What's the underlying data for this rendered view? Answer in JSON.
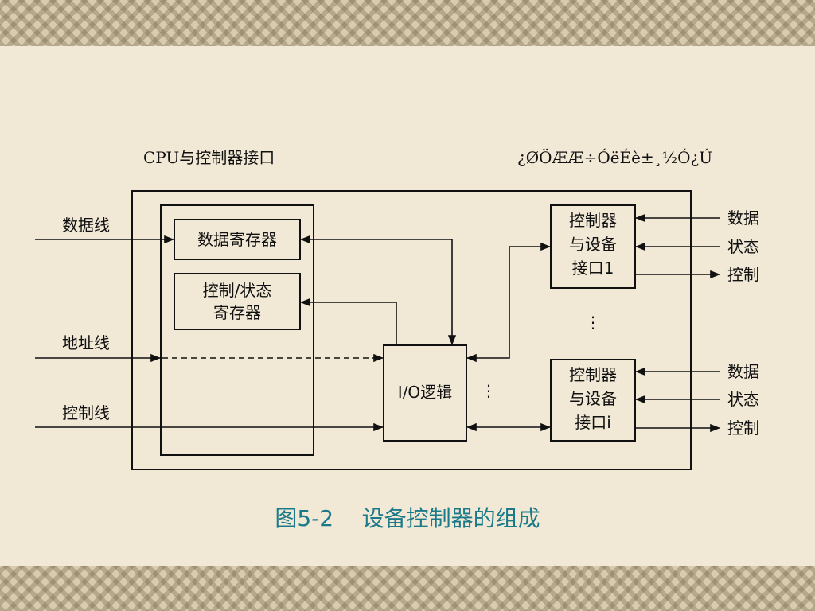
{
  "slide": {
    "colors": {
      "background": "#f1e9d6",
      "border": "#d8ccb0",
      "line": "#111111",
      "caption": "#1a7a8a"
    }
  },
  "diagram": {
    "header_left": "CPU与控制器接口",
    "header_right": "¿ØÖÆÆ÷ÓëÉè±¸½Ó¿Ú",
    "left_signals": {
      "data_line": "数据线",
      "address_line": "地址线",
      "control_line": "控制线"
    },
    "registers": {
      "data_register": "数据寄存器",
      "control_status_line1": "控制/状态",
      "control_status_line2": "寄存器"
    },
    "io_logic": "I/O逻辑",
    "vertical_ellipsis": "⋮",
    "device_interfaces": [
      {
        "line1": "控制器",
        "line2": "与设备",
        "line3": "接口1",
        "signals": {
          "data": "数据",
          "status": "状态",
          "control": "控制"
        }
      },
      {
        "line1": "控制器",
        "line2": "与设备",
        "line3": "接口i",
        "signals": {
          "data": "数据",
          "status": "状态",
          "control": "控制"
        }
      }
    ],
    "caption": "图5-2    设备控制器的组成"
  }
}
